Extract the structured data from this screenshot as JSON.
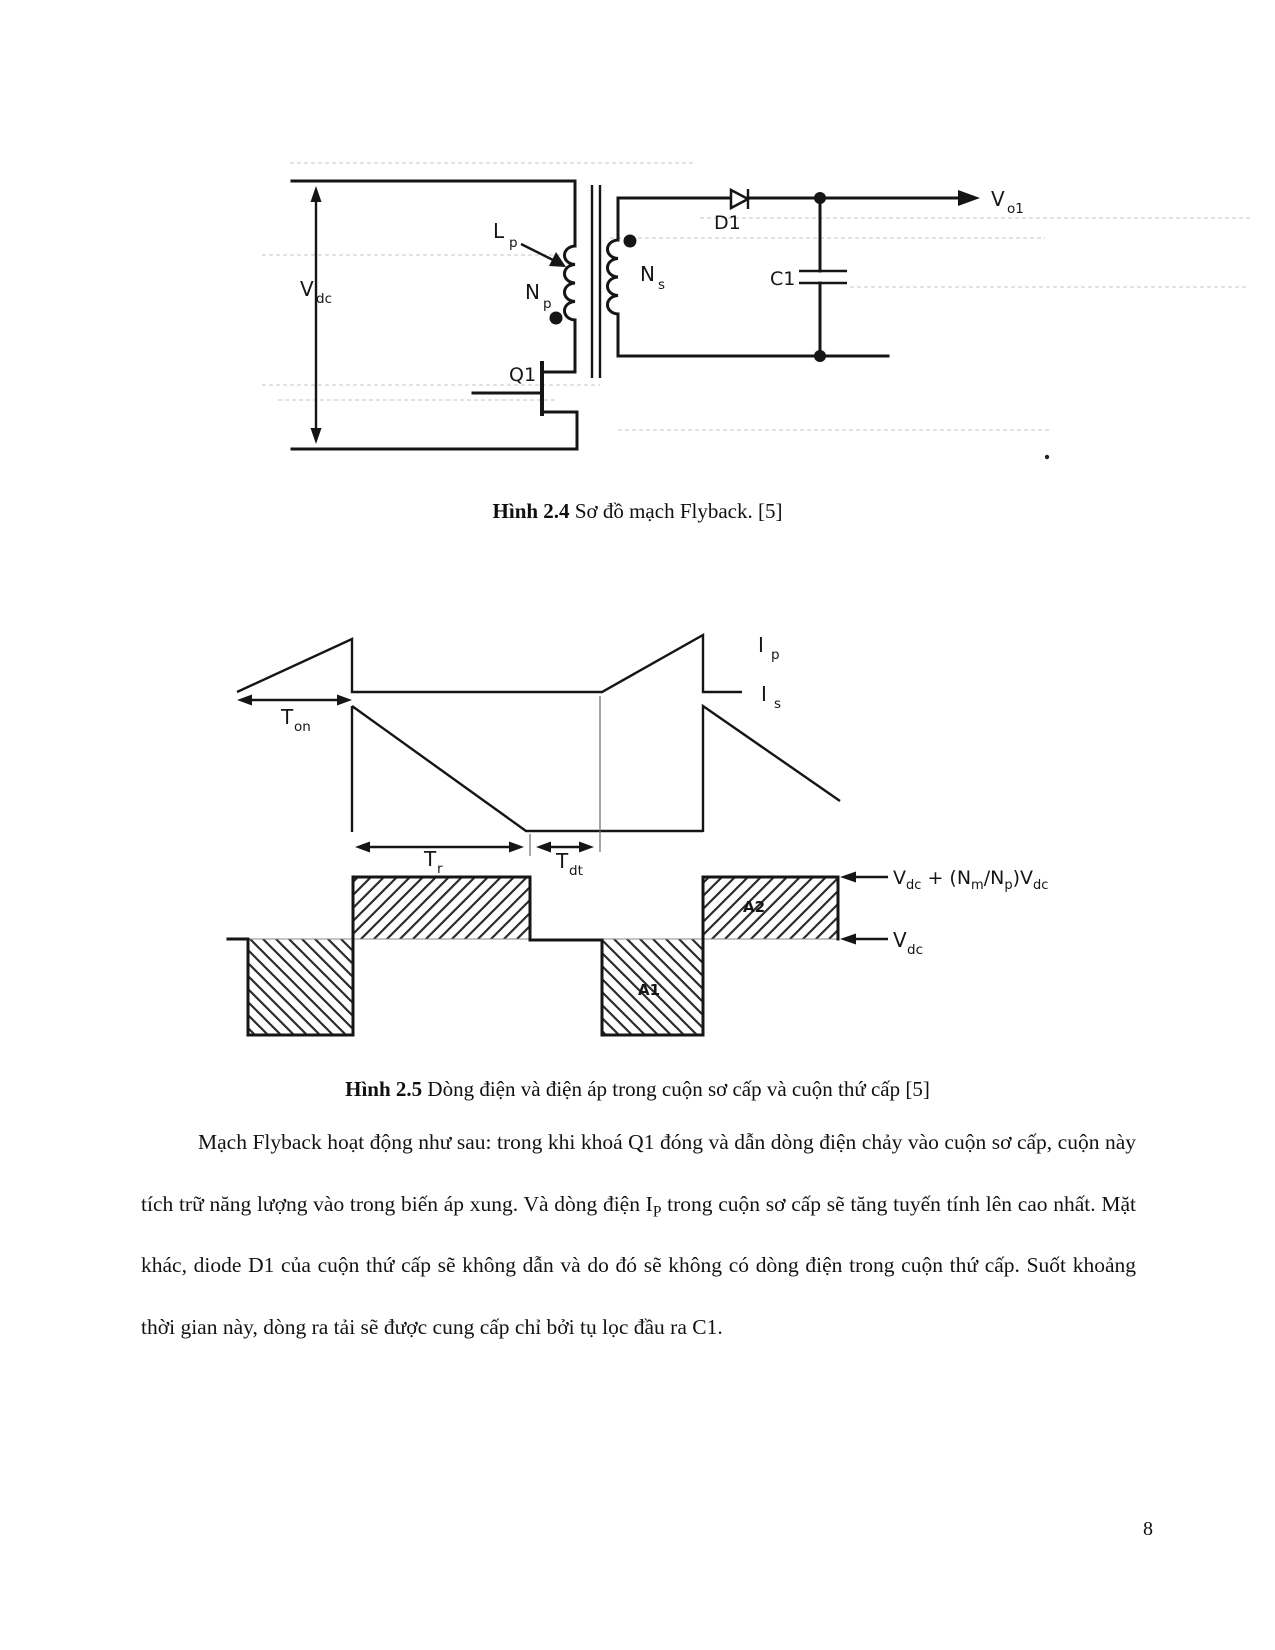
{
  "page": {
    "number": "8"
  },
  "figure_2_4": {
    "caption": {
      "bold": "Hình 2.4",
      "text": " Sơ đồ mạch Flyback. [5]"
    },
    "labels": {
      "vdc": {
        "main": "V",
        "sub": "dc"
      },
      "lp": {
        "main": "L",
        "sub": "p"
      },
      "np": {
        "main": "N",
        "sub": "p"
      },
      "ns": {
        "main": "N",
        "sub": "s"
      },
      "q1": "Q1",
      "d1": "D1",
      "c1": "C1",
      "vo1": {
        "main": "V",
        "sub": "o1"
      }
    }
  },
  "figure_2_5": {
    "caption": {
      "bold": "Hình 2.5",
      "text": " Dòng điện và điện áp trong cuộn sơ cấp và cuộn thứ cấp [5]"
    },
    "labels": {
      "ip": {
        "main": "I",
        "sub": "p"
      },
      "is": {
        "main": "I",
        "sub": "s"
      },
      "ton": {
        "main": "T",
        "sub": "on"
      },
      "tr": {
        "main": "T",
        "sub": "r"
      },
      "tdt": {
        "main": "T",
        "sub": "dt"
      },
      "a1": "A1",
      "a2": "A2",
      "v_peak_parts": [
        "V",
        "dc",
        " + (N",
        "m",
        "/N",
        "p",
        ")V",
        "dc"
      ],
      "vdc": {
        "main": "V",
        "sub": "dc"
      }
    }
  },
  "paragraph": {
    "before_sub": "Mạch Flyback hoạt động như sau: trong khi khoá Q1 đóng và dẫn dòng điện chảy vào cuộn sơ cấp, cuộn này tích trữ năng lượng vào trong biến áp xung. Và dòng điện I",
    "sub": "P",
    "after_sub": " trong cuộn sơ cấp sẽ tăng tuyến tính lên cao nhất. Mặt khác, diode D1 của cuộn thứ cấp sẽ không dẫn và do đó sẽ không có dòng điện trong cuộn thứ cấp. Suốt khoảng thời gian này, dòng ra tải sẽ được cung cấp chỉ bởi tụ lọc đầu ra C1."
  }
}
